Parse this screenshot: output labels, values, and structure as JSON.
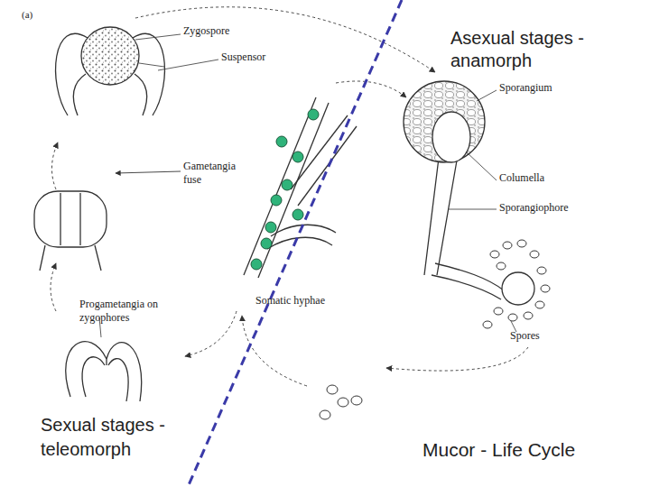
{
  "diagram": {
    "title": "Mucor - Life Cycle",
    "labels": [
      "(a)",
      "Zygospore",
      "Suspensor",
      "Asexual stages - anamorph",
      "Sporangium",
      "Gametangia fuse",
      "Columella",
      "Sporangiophore",
      "Somatic hyphae",
      "Progametangia on zygophores",
      "Spores",
      "Sexual stages - teleomorph"
    ]
  }
}
